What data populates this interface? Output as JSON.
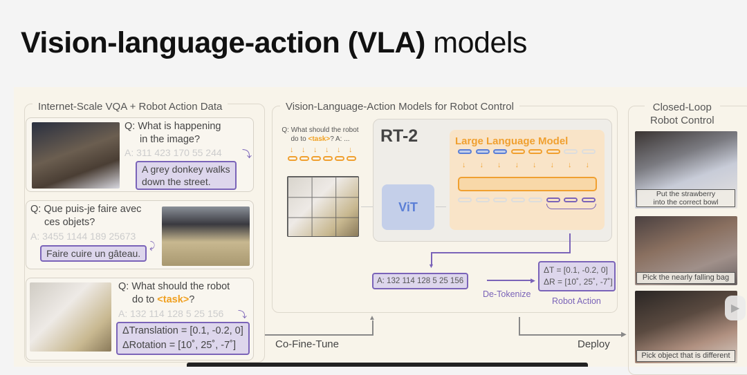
{
  "slide": {
    "title_bold": "Vision-language-action (VLA)",
    "title_normal": " models"
  },
  "left_panel": {
    "title": "Internet-Scale VQA + Robot Action Data",
    "cards": [
      {
        "q1": "Q: What is happening",
        "q2": "in the image?",
        "a": "A: 311 423 170 55 244",
        "answer1": "A grey donkey walks",
        "answer2": "down the street."
      },
      {
        "q1": "Q: Que puis-je faire avec",
        "q2": "ces objets?",
        "a": "A: 3455 1144 189 25673",
        "answer1": "Faire cuire un gâteau."
      },
      {
        "q1": "Q: What should the robot",
        "q2_pre": "do to ",
        "q2_task": "<task>",
        "q2_post": "?",
        "a": "A: 132 114 128 5 25 156",
        "answer1": "ΔTranslation = [0.1, -0.2, 0]",
        "answer2": "ΔRotation = [10˚, 25˚, -7˚]"
      }
    ]
  },
  "middle_panel": {
    "title": "Vision-Language-Action Models for Robot Control",
    "prompt1": "Q: What should the robot",
    "prompt2_pre": "do to ",
    "prompt2_task": "<task>",
    "prompt2_post": "? A: ...",
    "rt2": "RT-2",
    "llm": "Large Language Model",
    "vit": "ViT",
    "answer_tokens": "A: 132 114 128 5 25 156",
    "detokenize": "De-Tokenize",
    "action1": "ΔT = [0.1, -0.2, 0]",
    "action2": "ΔR = [10˚, 25˚, -7˚]",
    "robot_action": "Robot Action",
    "cofinetune": "Co-Fine-Tune",
    "deploy": "Deploy"
  },
  "right_panel": {
    "title1": "Closed-Loop",
    "title2": "Robot Control",
    "captions": [
      [
        "Put the strawberry",
        "into the correct bowl"
      ],
      [
        "Pick the nearly falling bag"
      ],
      [
        "Pick object that is different"
      ]
    ]
  },
  "colors": {
    "orange": "#f0a030",
    "purple": "#7a63b8",
    "blue": "#5b7fd6",
    "cream": "#f8f4ea"
  }
}
